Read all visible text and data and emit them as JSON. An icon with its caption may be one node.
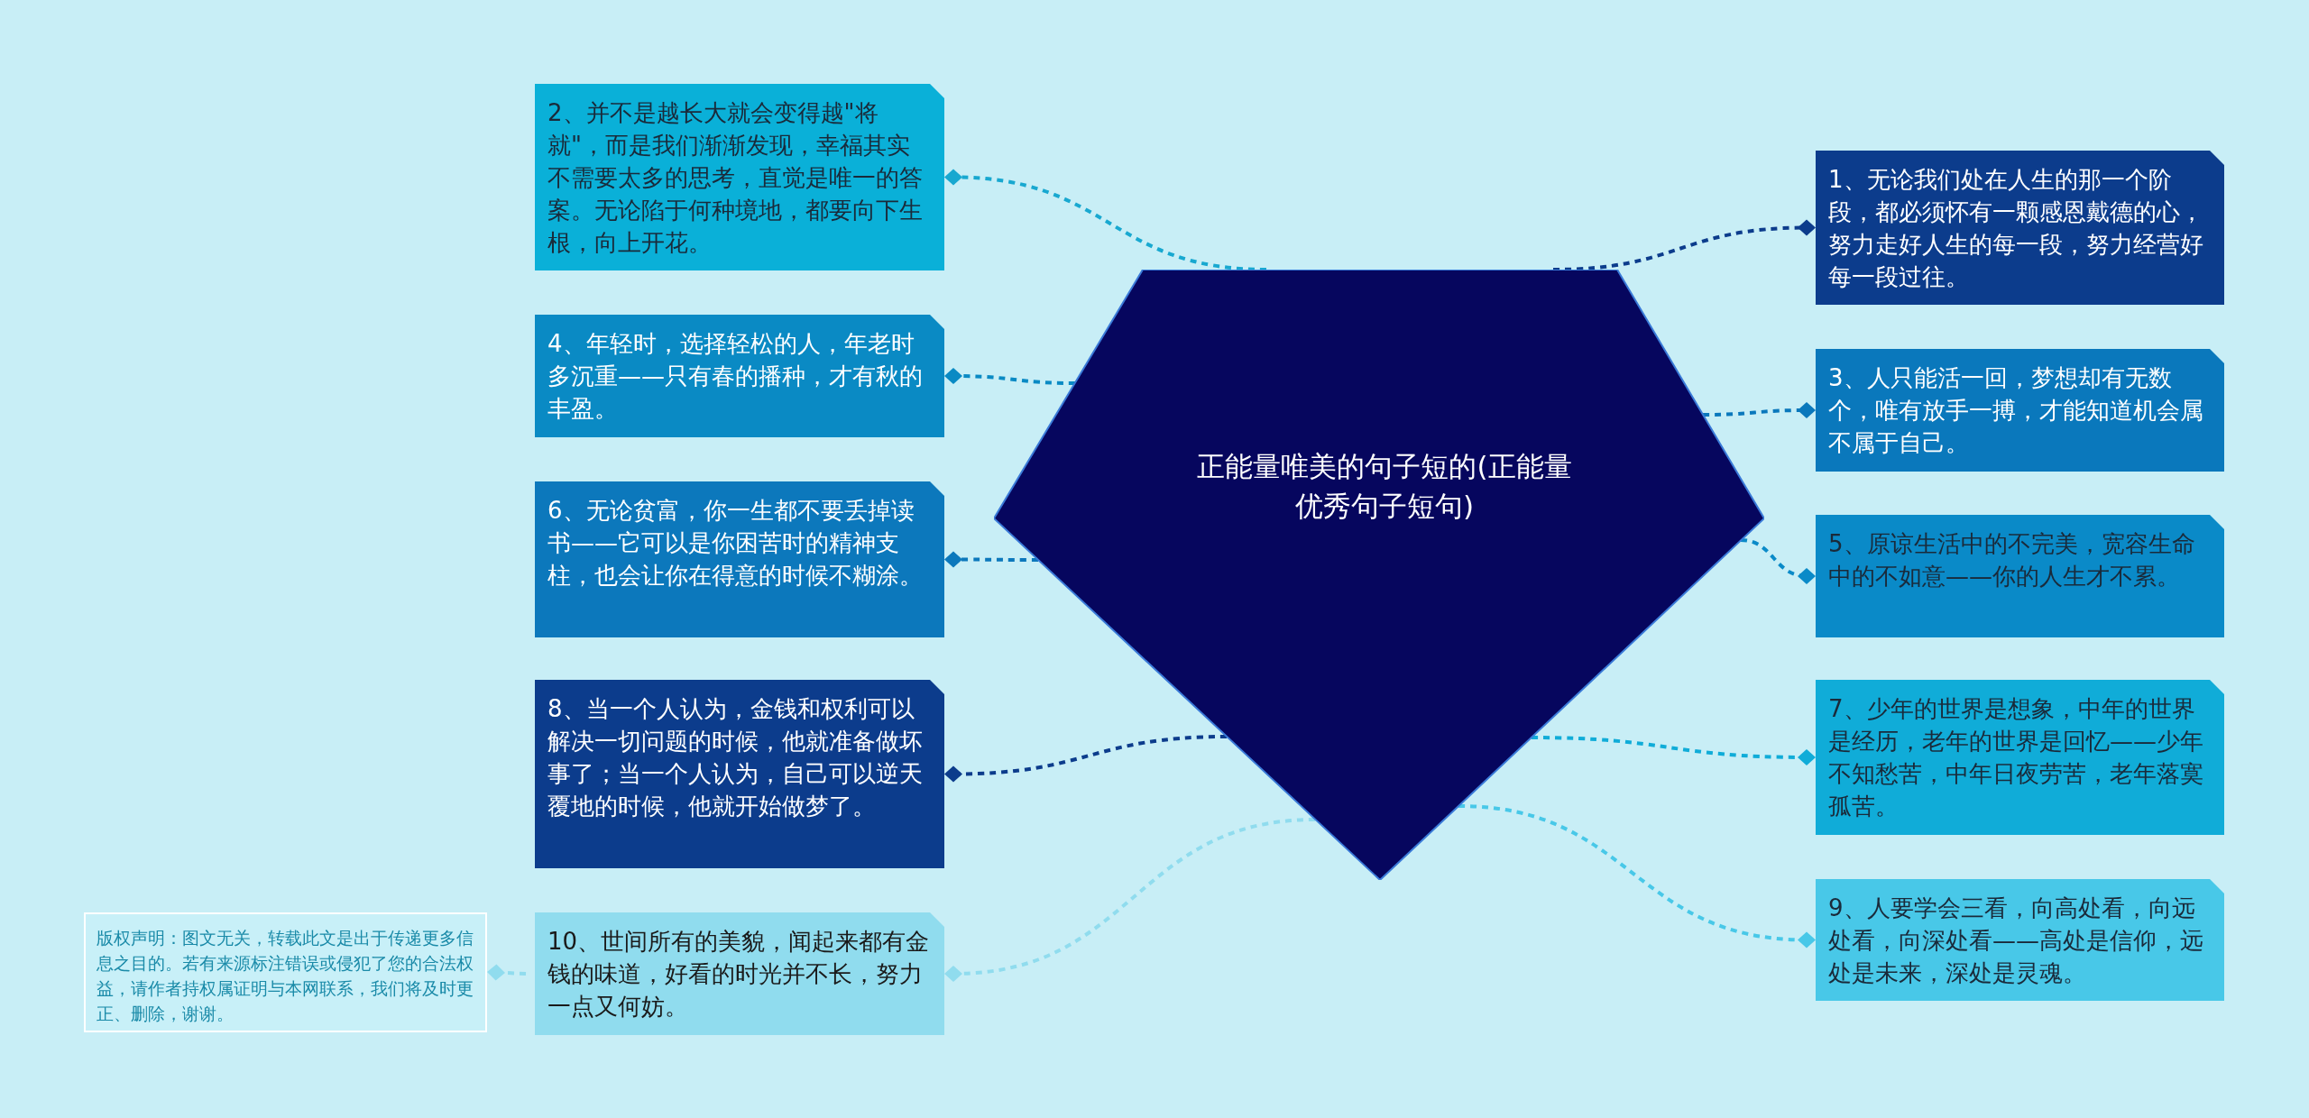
{
  "diagram": {
    "nodes": [
      {
        "text": [
          "正能量唯美的句子短的(正能量优秀句子短句)"
        ]
      },
      {
        "text": [
          "2、并不是越长大就会变得越\"将就\"，而是我们渐渐发现，幸福其实不需要太多的思考，直觉是唯一的答案。无论陷于何种境地，都要向下生根，向上开花。"
        ]
      },
      {
        "text": [
          "4、年轻时，选择轻松的人，年老时多沉重——只有春的播种，才有秋的丰盈。"
        ]
      },
      {
        "text": [
          "6、无论贫富，你一生都不要丢掉读书——它可以是你困苦时的精神支柱，也会让你在得意的时候不糊涂。"
        ]
      },
      {
        "text": [
          "8、当一个人认为，金钱和权利可以解决一切问题的时候，他就准备做坏事了；当一个人认为，自己可以逆天覆地的时候，他就开始做梦了。"
        ]
      },
      {
        "text": [
          "10、世间所有的美貌，闻起来都有金钱的味道，好看的时光并不长，努力一点又何妨。"
        ]
      },
      {
        "text": [
          "版权声明：图文无关，转载此文是出于传递更多信息之目的。若有来源标注错误或侵犯了您的合法权益，请作者持权属证明与本网联系，我们将及时更正、删除，谢谢。"
        ]
      },
      {
        "text": [
          "1、无论我们处在人生的那一个阶段，都必须怀有一颗感恩戴德的心，努力走好人生的每一段，努力经营好每一段过往。"
        ]
      },
      {
        "text": [
          "3、人只能活一回，梦想却有无数个，唯有放手一搏，才能知道机会属不属于自己。"
        ]
      },
      {
        "text": [
          "5、原谅生活中的不完美，宽容生命中的不如意——你的人生才不累。"
        ]
      },
      {
        "text": [
          "7、少年的世界是想象，中年的世界是经历，老年的世界是回忆——少年不知愁苦，中年日夜劳苦，老年落寞孤苦。"
        ]
      },
      {
        "text": [
          "9、人要学会三看，向高处看，向远处看，向深处看——高处是信仰，远处是未来，深处是灵魂。"
        ]
      }
    ],
    "edges": [
      {
        "from": 0,
        "to": 1,
        "arrow": "other",
        "color": "#18a8d0"
      },
      {
        "from": 0,
        "to": 2,
        "arrow": "other",
        "color": "#0a8ac4"
      },
      {
        "from": 0,
        "to": 3,
        "arrow": "other",
        "color": "#0c78bc"
      },
      {
        "from": 0,
        "to": 4,
        "arrow": "other",
        "color": "#0c3c8c"
      },
      {
        "from": 0,
        "to": 5,
        "arrow": "other",
        "color": "#90dcee"
      },
      {
        "from": 5,
        "to": 6,
        "arrow": "other",
        "color": "#90dcee"
      },
      {
        "from": 0,
        "to": 7,
        "arrow": "other",
        "color": "#0c3c8c"
      },
      {
        "from": 0,
        "to": 8,
        "arrow": "other",
        "color": "#0a78bc"
      },
      {
        "from": 0,
        "to": 9,
        "arrow": "other",
        "color": "#0a8ac8"
      },
      {
        "from": 0,
        "to": 10,
        "arrow": "other",
        "color": "#10acd8"
      },
      {
        "from": 0,
        "to": 11,
        "arrow": "other",
        "color": "#48c8e8"
      }
    ]
  }
}
